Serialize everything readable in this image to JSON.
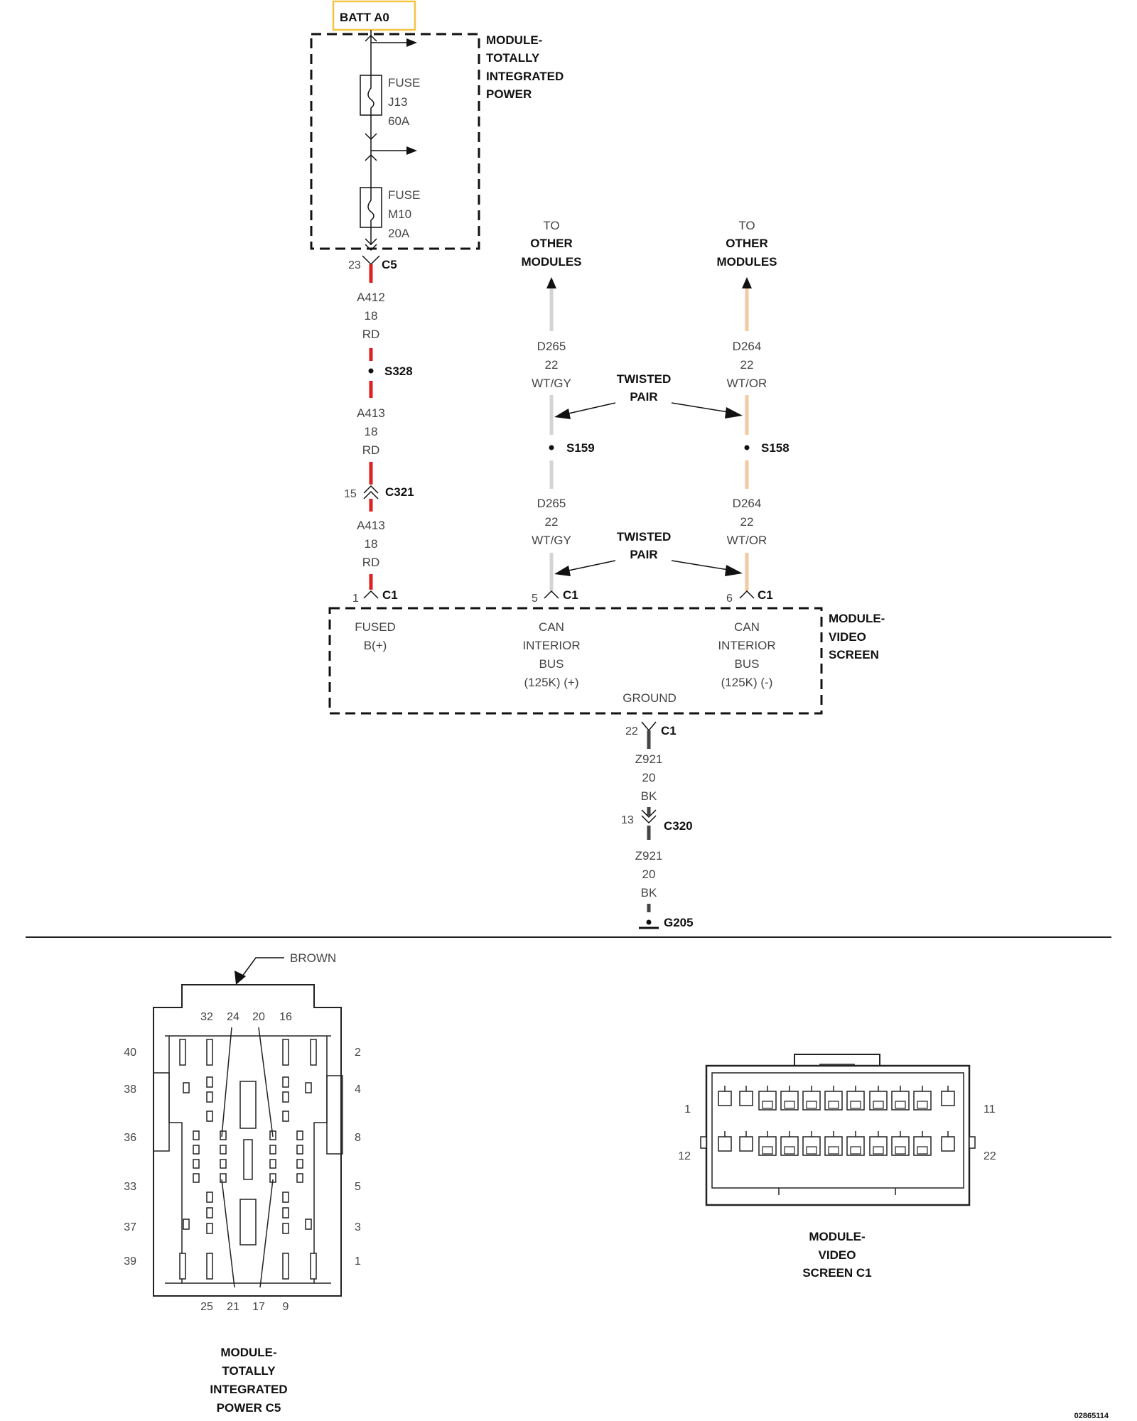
{
  "power_module": {
    "batt_label": "BATT A0",
    "title": [
      "MODULE-",
      "TOTALLY",
      "INTEGRATED",
      "POWER"
    ],
    "fuse1": [
      "FUSE",
      "J13",
      "60A"
    ],
    "fuse2": [
      "FUSE",
      "M10",
      "20A"
    ],
    "out_pin": "23",
    "out_conn": "C5"
  },
  "power_wires": {
    "w1": [
      "A412",
      "18",
      "RD"
    ],
    "splice": "S328",
    "w2": [
      "A413",
      "18",
      "RD"
    ],
    "conn_pin": "15",
    "conn": "C321",
    "w3": [
      "A413",
      "18",
      "RD"
    ]
  },
  "can_plus": {
    "to": [
      "TO",
      "OTHER",
      "MODULES"
    ],
    "w1": [
      "D265",
      "22",
      "WT/GY"
    ],
    "splice": "S159",
    "w2": [
      "D265",
      "22",
      "WT/GY"
    ]
  },
  "can_minus": {
    "to": [
      "TO",
      "OTHER",
      "MODULES"
    ],
    "w1": [
      "D264",
      "22",
      "WT/OR"
    ],
    "splice": "S158",
    "w2": [
      "D264",
      "22",
      "WT/OR"
    ]
  },
  "twisted_pair": [
    "TWISTED",
    "PAIR"
  ],
  "video_module": {
    "title": [
      "MODULE-",
      "VIDEO",
      "SCREEN"
    ],
    "pin1": "1",
    "pin5": "5",
    "pin6": "6",
    "pin22": "22",
    "conn": "C1",
    "fused": [
      "FUSED",
      "B(+)"
    ],
    "can_plus": [
      "CAN",
      "INTERIOR",
      "BUS",
      "(125K) (+)"
    ],
    "can_minus": [
      "CAN",
      "INTERIOR",
      "BUS",
      "(125K) (-)"
    ],
    "ground": "GROUND"
  },
  "ground_wires": {
    "w1": [
      "Z921",
      "20",
      "BK"
    ],
    "conn_pin": "13",
    "conn": "C320",
    "w2": [
      "Z921",
      "20",
      "BK"
    ],
    "ground": "G205"
  },
  "c5_view": {
    "color": "BROWN",
    "top_pins": [
      "32",
      "24",
      "20",
      "16"
    ],
    "bottom_pins": [
      "25",
      "21",
      "17",
      "9"
    ],
    "left_pins": [
      "40",
      "38",
      "36",
      "33",
      "37",
      "39"
    ],
    "right_pins": [
      "2",
      "4",
      "8",
      "5",
      "3",
      "1"
    ],
    "caption": [
      "MODULE-",
      "TOTALLY",
      "INTEGRATED",
      "POWER C5"
    ]
  },
  "c1_view": {
    "pins_left": [
      "1",
      "12"
    ],
    "pins_right": [
      "11",
      "22"
    ],
    "caption": [
      "MODULE-",
      "VIDEO",
      "SCREEN C1"
    ]
  },
  "figure_id": "02865114",
  "colors": {
    "red": "#e02020",
    "gray_wire": "#d4d4d4",
    "orange_wire": "#f2c9a0",
    "black_wire": "#444444",
    "batt_box": "#f5c542"
  }
}
